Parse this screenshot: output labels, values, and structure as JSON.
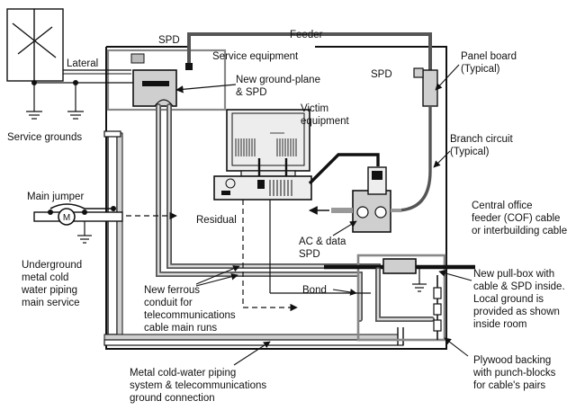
{
  "labels": {
    "spd_top": "SPD",
    "feeder": "Feeder",
    "lateral": "Lateral",
    "service_equipment": "Service equipment",
    "service_grounds": "Service grounds",
    "new_ground_plane_1": "New ground-plane",
    "new_ground_plane_2": "& SPD",
    "victim_1": "Victim",
    "victim_2": "equipment",
    "panel_board_1": "Panel board",
    "panel_board_2": "(Typical)",
    "spd_right": "SPD",
    "branch_circuit_1": "Branch circuit",
    "branch_circuit_2": "(Typical)",
    "main_jumper": "Main jumper",
    "residual": "Residual",
    "cof_1": "Central office",
    "cof_2": "feeder (COF) cable",
    "cof_3": "or interbuilding cable",
    "ac_data_1": "AC & data",
    "ac_data_2": "SPD",
    "underground_1": "Underground",
    "underground_2": "metal cold",
    "underground_3": "water piping",
    "underground_4": "main service",
    "pullbox_1": "New pull-box with",
    "pullbox_2": "cable & SPD inside.",
    "pullbox_3": "Local ground is",
    "pullbox_4": "provided as shown",
    "pullbox_5": "inside room",
    "bond": "Bond",
    "conduit_1": "New ferrous",
    "conduit_2": "conduit for",
    "conduit_3": "telecommunications",
    "conduit_4": "cable main runs",
    "metal_piping_1": "Metal cold-water piping",
    "metal_piping_2": "system & telecommunications",
    "metal_piping_3": "ground connection",
    "plywood_1": "Plywood backing",
    "plywood_2": "with punch-blocks",
    "plywood_3": "for cable's pairs",
    "motor": "M"
  },
  "colors": {
    "line": "#111111",
    "panel_fill": "#cfcfcf",
    "pipe": "#555555"
  }
}
